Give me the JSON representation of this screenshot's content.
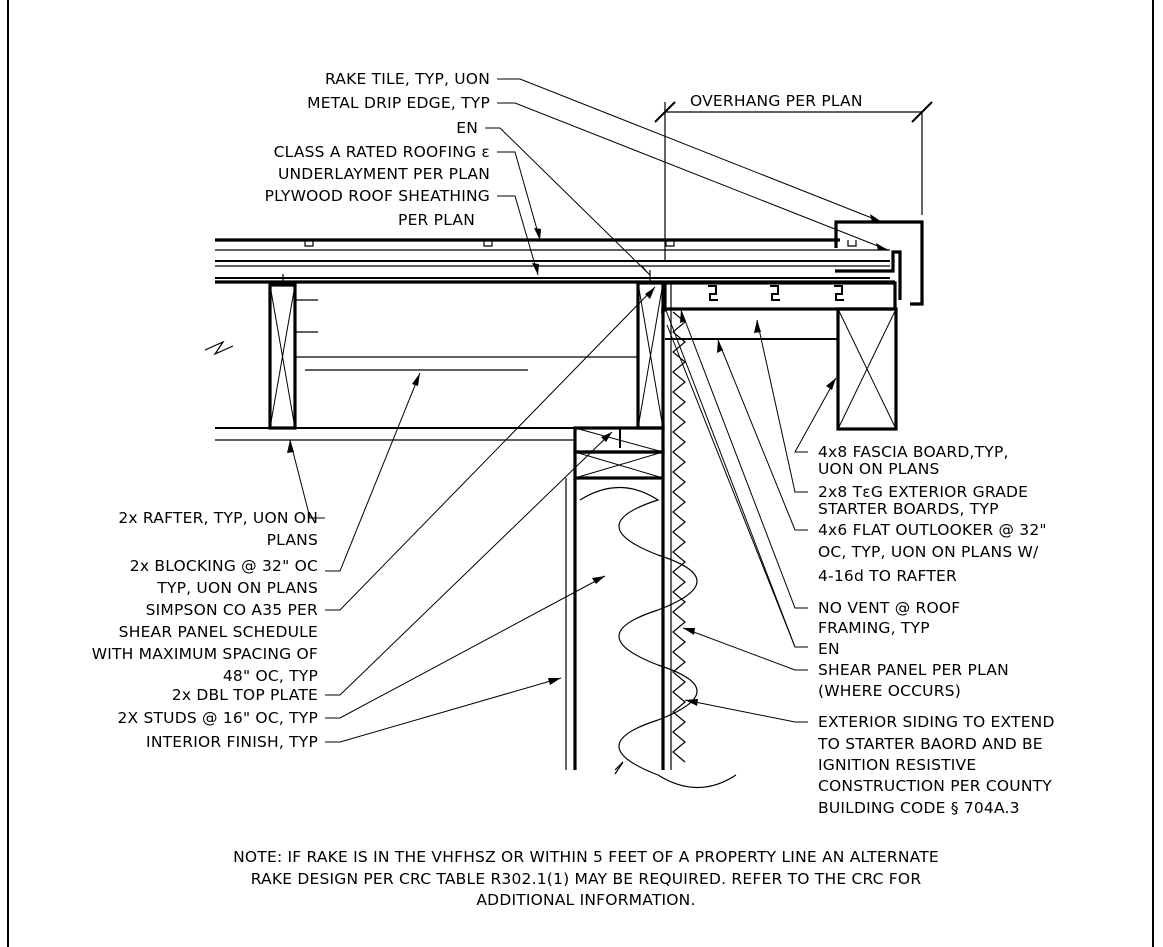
{
  "labels": {
    "overhang": "OVERHANG PER PLAN",
    "rake_tile": "RAKE TILE, TYP, UON",
    "metal_drip": "METAL DRIP EDGE, TYP",
    "en_top": "EN",
    "roofing_1": "CLASS A RATED ROOFING ε",
    "roofing_2": "UNDERLAYMENT PER PLAN",
    "sheathing_1": "PLYWOOD ROOF SHEATHING",
    "sheathing_2": "PER PLAN",
    "rafter_1": "2x RAFTER, TYP, UON ON",
    "rafter_2": "PLANS",
    "blocking_1": "2x BLOCKING @ 32\" OC",
    "blocking_2": "TYP, UON ON PLANS",
    "simpson_1": "SIMPSON CO A35 PER",
    "simpson_2": "SHEAR PANEL SCHEDULE",
    "simpson_3": "WITH MAXIMUM SPACING OF",
    "simpson_4": "48\" OC, TYP",
    "top_plate": "2x DBL TOP PLATE",
    "studs": "2X STUDS @ 16\" OC, TYP",
    "interior": "INTERIOR FINISH, TYP",
    "fascia_1": "4x8 FASCIA BOARD,TYP,",
    "fascia_2": "UON ON PLANS",
    "starter_1": "2x8 TεG EXTERIOR GRADE",
    "starter_2": "STARTER BOARDS, TYP",
    "outlooker_1": "4x6 FLAT OUTLOOKER @ 32\"",
    "outlooker_2": "OC, TYP, UON ON PLANS W/",
    "outlooker_3": "4-16d TO RAFTER",
    "novent_1": "NO VENT @ ROOF",
    "novent_2": "FRAMING, TYP",
    "en_right": "EN",
    "shear_1": "SHEAR PANEL PER PLAN",
    "shear_2": "(WHERE OCCURS)",
    "siding_1": "EXTERIOR SIDING TO EXTEND",
    "siding_2": "TO STARTER BAORD AND BE",
    "siding_3": "IGNITION RESISTIVE",
    "siding_4": "CONSTRUCTION PER COUNTY",
    "siding_5": "BUILDING CODE § 704A.3"
  },
  "note": {
    "line1": "NOTE: IF RAKE IS IN THE VHFHSZ OR WITHIN 5 FEET OF A PROPERTY LINE AN ALTERNATE",
    "line2": "RAKE DESIGN PER CRC TABLE R302.1(1) MAY BE REQUIRED. REFER TO THE CRC FOR",
    "line3": "ADDITIONAL INFORMATION."
  }
}
